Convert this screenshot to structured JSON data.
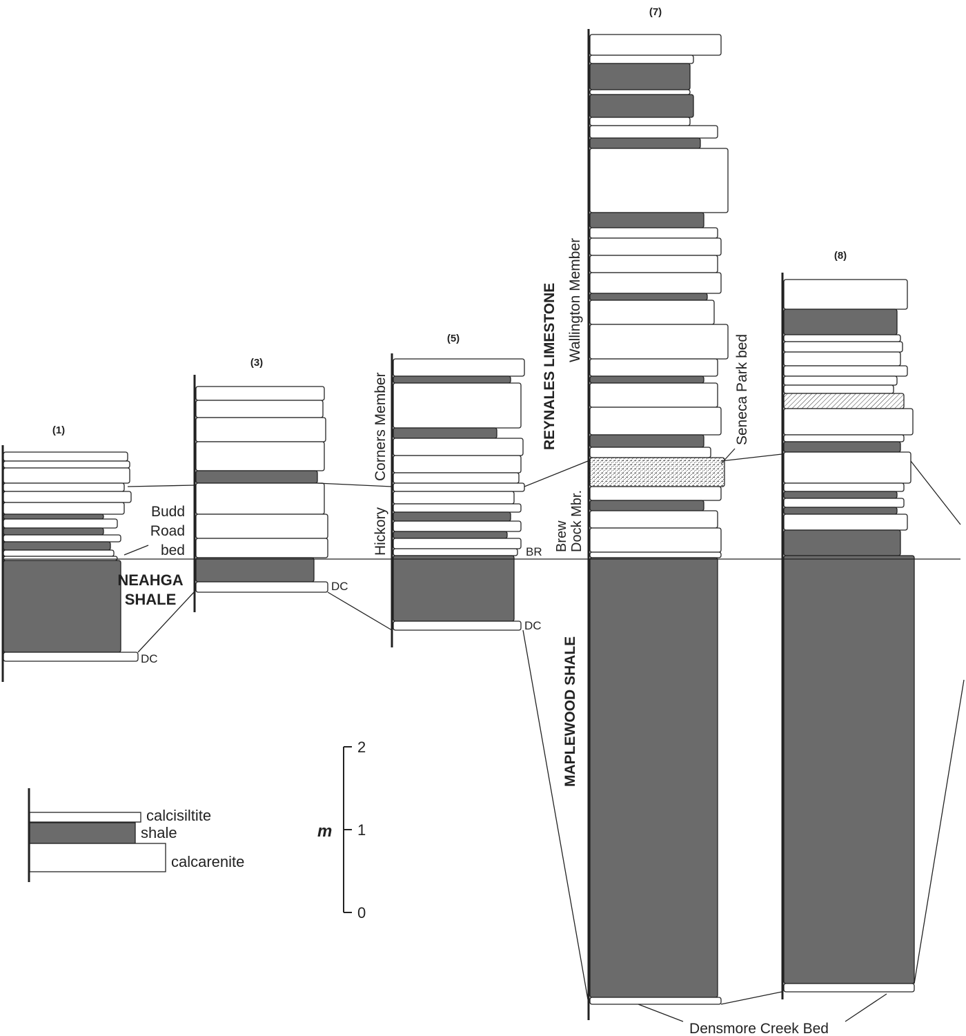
{
  "colors": {
    "shale": "#6b6b6b",
    "calcarenite": "#ffffff",
    "line": "#222222"
  },
  "columns": [
    {
      "id": "1",
      "label": "(1)"
    },
    {
      "id": "3",
      "label": "(3)"
    },
    {
      "id": "5",
      "label": "(5)"
    },
    {
      "id": "7",
      "label": "(7)"
    },
    {
      "id": "8",
      "label": "(8)"
    }
  ],
  "units": {
    "budd_road": [
      "Budd",
      "Road",
      "bed"
    ],
    "neahga": [
      "NEAHGA",
      "SHALE"
    ],
    "dc": "DC",
    "br": "BR",
    "hickory": [
      "Hickory",
      "Corners Member"
    ],
    "reynales": "REYNALES LIMESTONE",
    "wallington": "Wallington Member",
    "brewer": [
      "Brew",
      "Dock Mbr."
    ],
    "seneca": "Seneca Park bed",
    "maplewood": "MAPLEWOOD SHALE",
    "densmore": "Densmore Creek Bed"
  },
  "legend": {
    "items": [
      "calcisiltite",
      "shale",
      "calcarenite"
    ]
  },
  "scale": {
    "unit": "m",
    "ticks": [
      "2",
      "1",
      "0"
    ]
  }
}
